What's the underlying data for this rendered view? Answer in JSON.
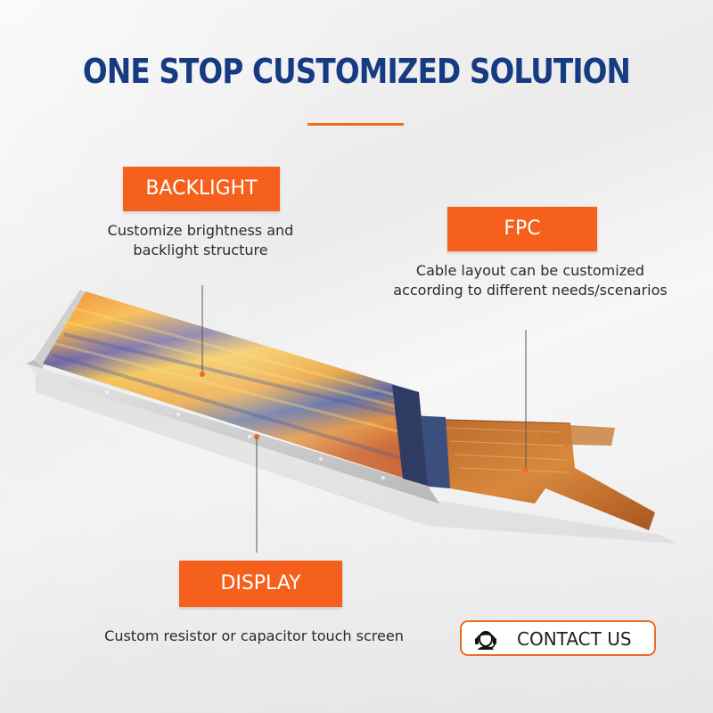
{
  "title": "ONE STOP CUSTOMIZED SOLUTION",
  "callouts": {
    "backlight": {
      "label": "BACKLIGHT",
      "desc_line1": "Customize brightness and",
      "desc_line2": "backlight structure"
    },
    "fpc": {
      "label": "FPC",
      "desc_line1": "Cable layout can be customized",
      "desc_line2": "according to different needs/scenarios"
    },
    "display": {
      "label": "DISPLAY",
      "desc": "Custom resistor or capacitor touch screen"
    }
  },
  "contact_button": {
    "label": "CONTACT US",
    "icon": "customer-service-headset-icon"
  },
  "colors": {
    "accent": "#f5601c",
    "title": "#173b83"
  }
}
